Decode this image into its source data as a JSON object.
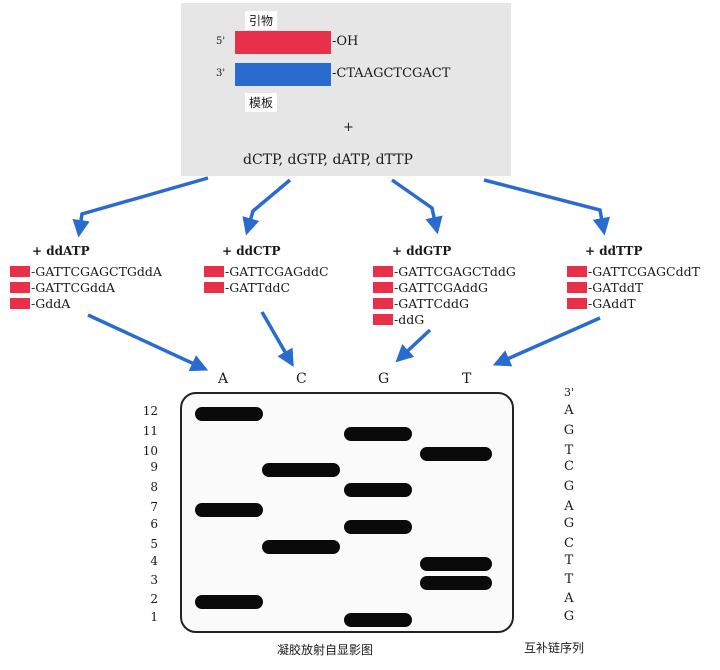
{
  "top": {
    "primer_label": "引物",
    "template_label": "模板",
    "five_prime": "5'",
    "three_prime": "3'",
    "oh_label": "-OH",
    "template_seq": "-CTAAGCTCGACT",
    "plus": "+",
    "dntps": "dCTP, dGTP, dATP, dTTP",
    "primer_color": "#e8304a",
    "template_color": "#2a6bd0"
  },
  "groups": [
    {
      "title": "+ ddATP",
      "fragments": [
        "-GATTCGAGCTGddA",
        "-GATTCGddA",
        "-GddA"
      ]
    },
    {
      "title": "+ ddCTP",
      "fragments": [
        "-GATTCGAGddC",
        "-GATTddC"
      ]
    },
    {
      "title": "+ ddGTP",
      "fragments": [
        "-GATTCGAGCTddG",
        "-GATTCGAddG",
        "-GATTCddG",
        "-ddG"
      ]
    },
    {
      "title": "+ ddTTP",
      "fragments": [
        "-GATTCGAGCddT",
        "-GATddT",
        "-GAddT"
      ]
    }
  ],
  "lanes": [
    "A",
    "C",
    "G",
    "T"
  ],
  "row_numbers": [
    "12",
    "11",
    "10",
    "9",
    "8",
    "7",
    "6",
    "5",
    "4",
    "3",
    "2",
    "1"
  ],
  "bands": {
    "A": [
      12,
      7,
      2
    ],
    "C": [
      9,
      5
    ],
    "G": [
      11,
      8,
      6,
      1
    ],
    "T": [
      10,
      4,
      3
    ]
  },
  "sequence_header": "3'",
  "sequence": [
    "A",
    "G",
    "T",
    "C",
    "G",
    "A",
    "G",
    "C",
    "T",
    "T",
    "A",
    "G"
  ],
  "gel_caption": "凝胶放射自显影图",
  "seq_caption": "互补链序列",
  "arrow_color": "#2a6bd0",
  "fragment_color": "#e8304a"
}
